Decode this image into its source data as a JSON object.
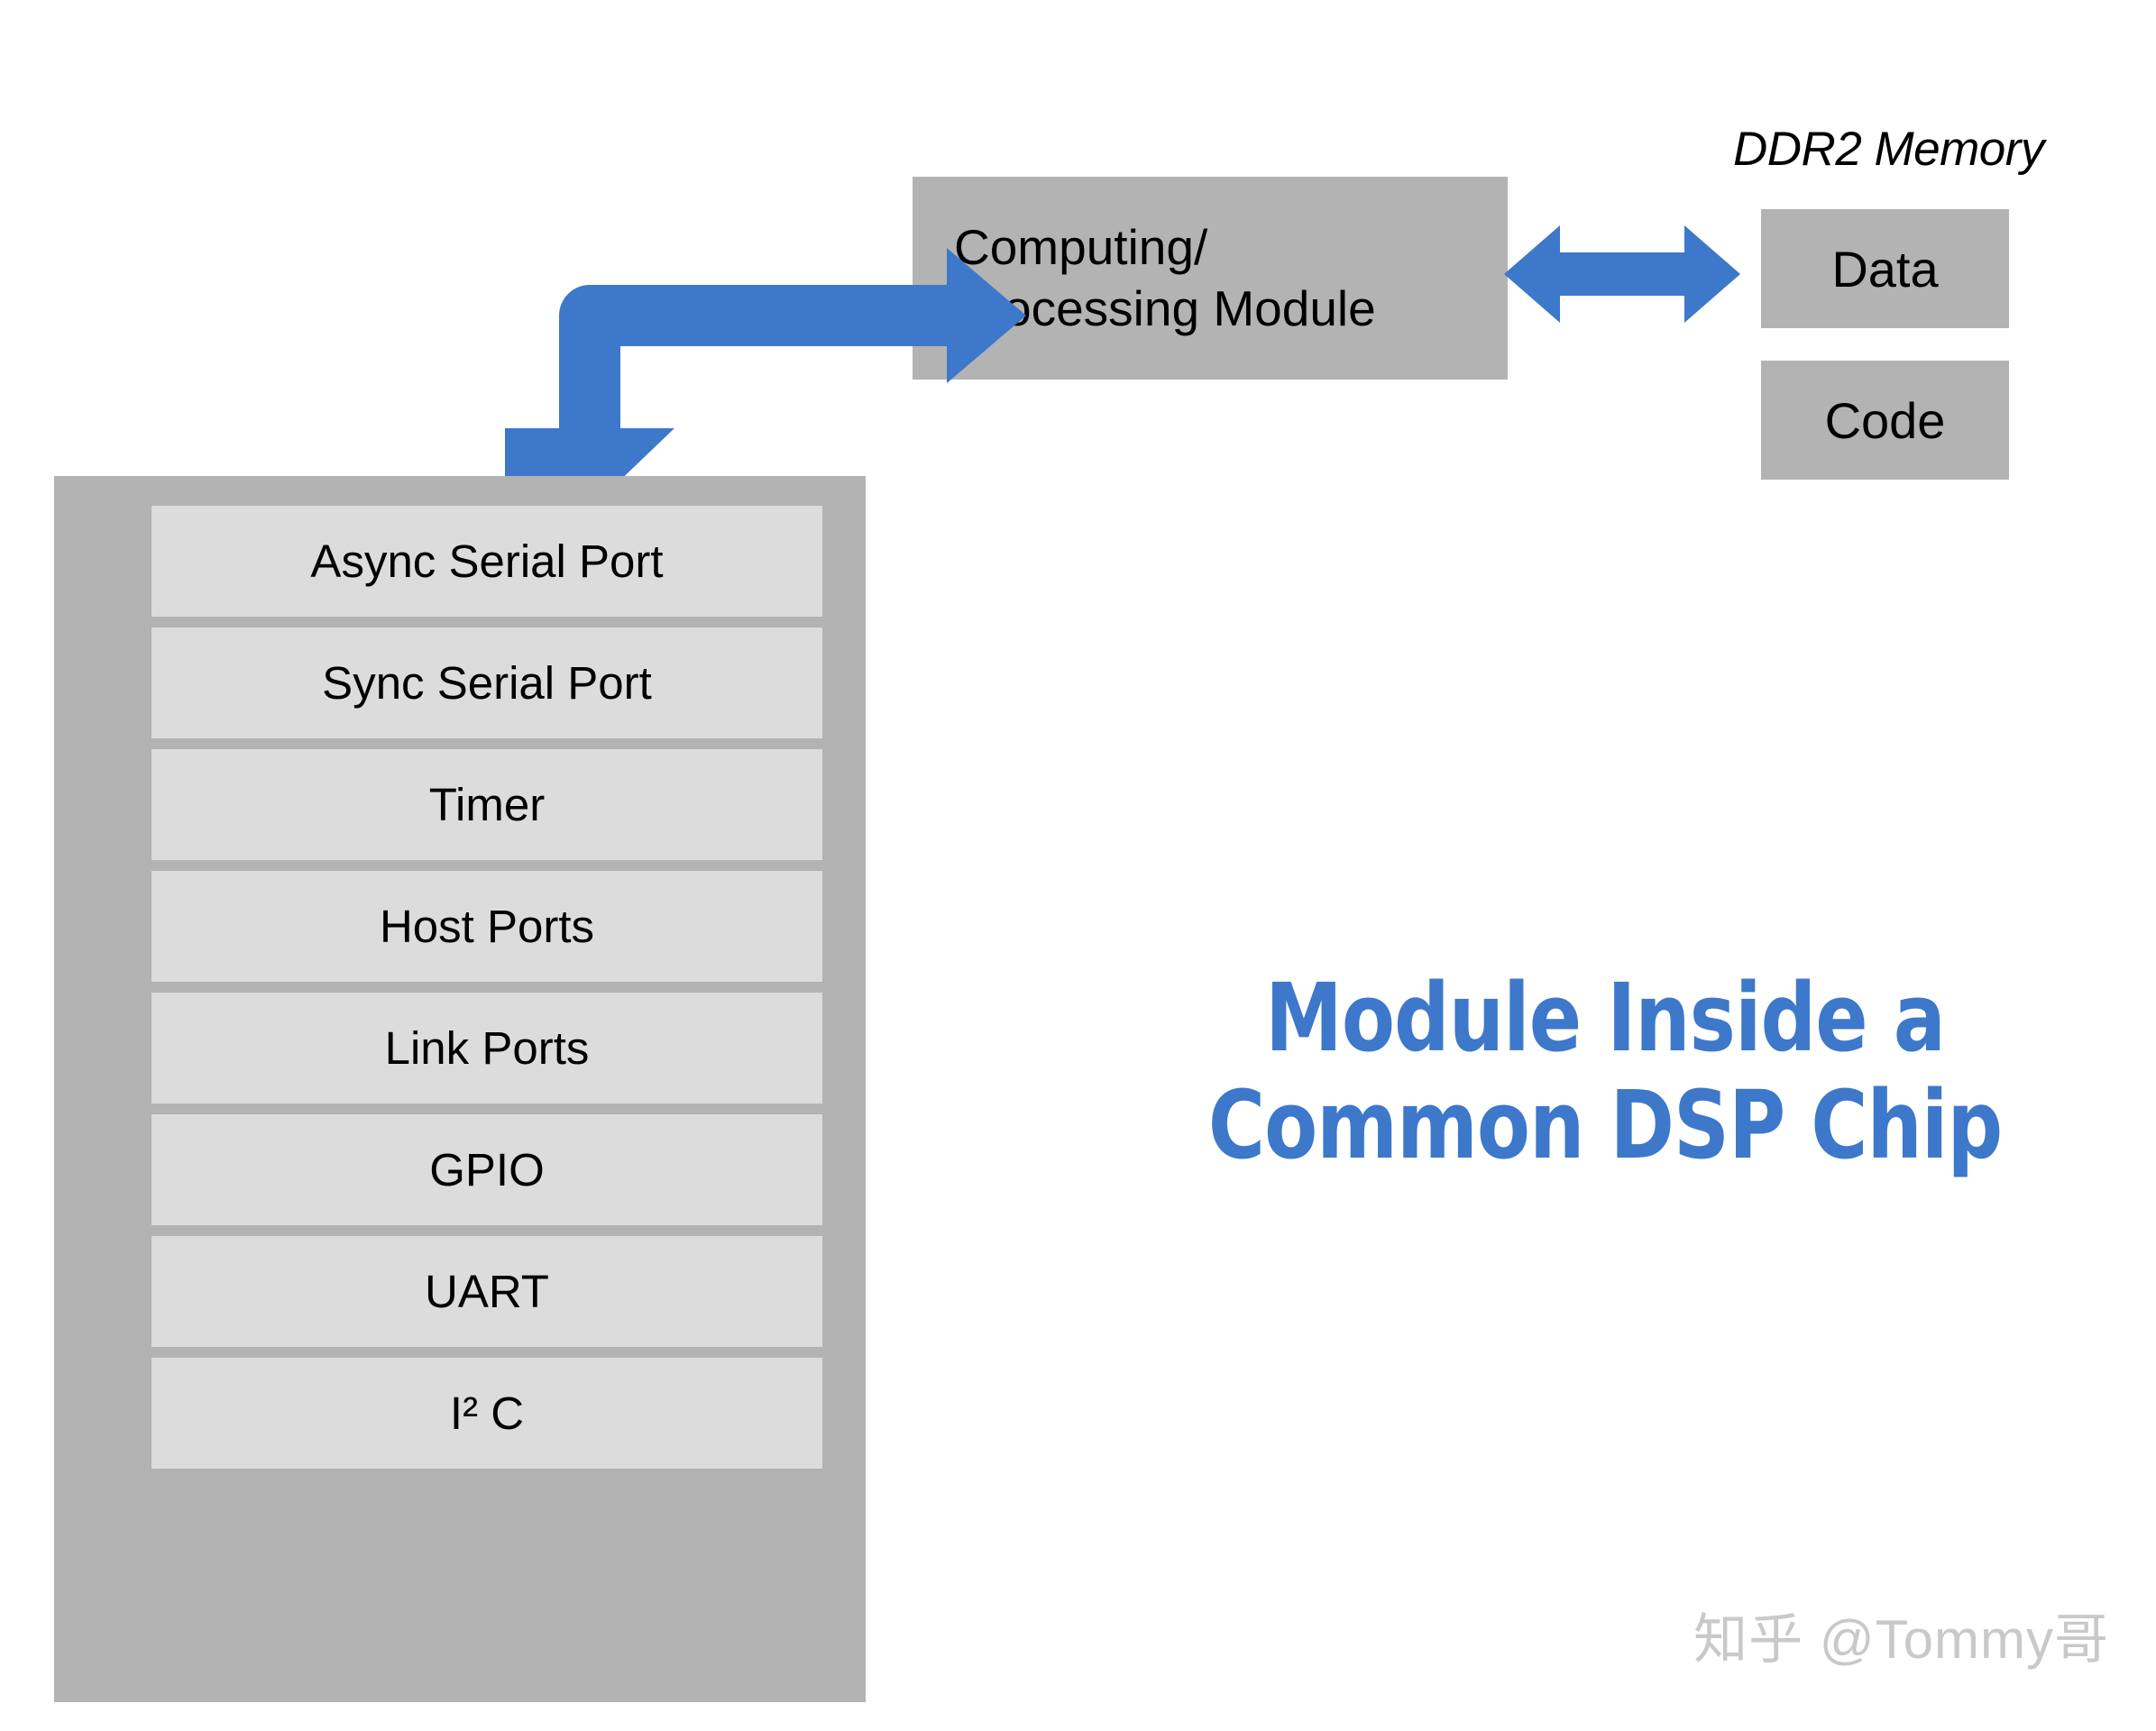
{
  "diagram": {
    "headline": {
      "line1": "Module Inside a",
      "line2": "Common DSP Chip",
      "color": "#3d78ca"
    },
    "processing_module": {
      "line1": "Computing/",
      "line2": "Processing Module",
      "fill": "#b3b3b3"
    },
    "memory": {
      "label": "DDR2 Memory",
      "blocks": [
        {
          "label": "Data"
        },
        {
          "label": "Code"
        }
      ],
      "fill": "#b3b3b3"
    },
    "arrows": {
      "elbow": {
        "name": "bent-double-arrow",
        "color": "#3d78ca",
        "directions": "right-and-down"
      },
      "memory_link": {
        "name": "double-headed-arrow",
        "color": "#3d78ca",
        "directions": "left-and-right"
      }
    },
    "peripherals": {
      "container_fill": "#b3b3b3",
      "item_fill": "#dcdcdc",
      "items": [
        {
          "label": "Async Serial Port"
        },
        {
          "label": "Sync Serial Port"
        },
        {
          "label": "Timer"
        },
        {
          "label": "Host Ports"
        },
        {
          "label": "Link Ports"
        },
        {
          "label": "GPIO"
        },
        {
          "label": "UART"
        },
        {
          "label": "I² C",
          "html": true
        }
      ]
    },
    "watermark": {
      "text": "知乎 @Tommy哥",
      "color": "#c9c9c9"
    }
  }
}
